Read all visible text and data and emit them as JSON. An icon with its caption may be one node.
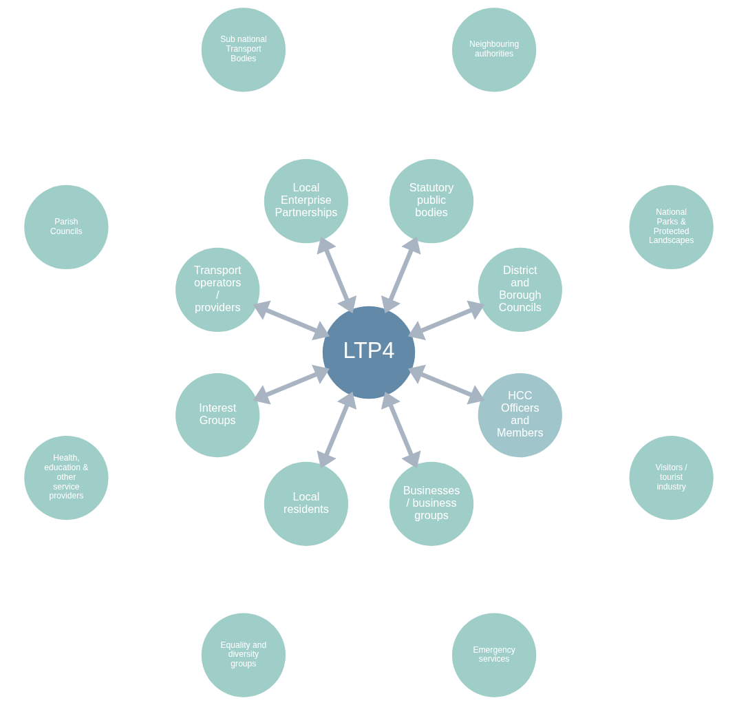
{
  "diagram": {
    "nodes": [
      {
        "text": [
          "Neighbouring authorities"
        ]
      },
      {
        "text": [
          "National Parks & Protected Landscapes"
        ]
      },
      {
        "text": [
          "District and Borough Councils"
        ]
      },
      {
        "text": [
          "Statutory public bodies"
        ]
      },
      {
        "text": [
          "Local Enterprise Partnerships"
        ]
      },
      {
        "text": [
          "Parish Councils"
        ]
      },
      {
        "text": [
          "Sub national Transport Bodies"
        ]
      },
      {
        "text": [
          "Transport operators / providers"
        ]
      },
      {
        "text": [
          "LTP4"
        ]
      },
      {
        "text": [
          "Interest Groups"
        ]
      },
      {
        "text": [
          "Equality and diversity groups"
        ]
      },
      {
        "text": [
          "Local residents"
        ]
      },
      {
        "text": [
          "Health, education & other service providers"
        ]
      },
      {
        "text": [
          "Businesses / business groups"
        ]
      },
      {
        "text": [
          "HCC Officers and Members"
        ]
      },
      {
        "text": [
          "Emergency services"
        ]
      },
      {
        "text": [
          "Visitors / tourist industry"
        ]
      }
    ],
    "edges": [
      {
        "from": 8,
        "to": 2,
        "arrow": "both"
      },
      {
        "from": 8,
        "to": 4,
        "arrow": "both"
      },
      {
        "from": 8,
        "to": 9,
        "arrow": "both"
      },
      {
        "from": 8,
        "to": 13,
        "arrow": "both"
      },
      {
        "from": 8,
        "to": 14,
        "arrow": "both"
      },
      {
        "from": 8,
        "to": 11,
        "arrow": "both"
      },
      {
        "from": 8,
        "to": 7,
        "arrow": "both"
      },
      {
        "from": 8,
        "to": 3,
        "arrow": "both"
      }
    ]
  }
}
